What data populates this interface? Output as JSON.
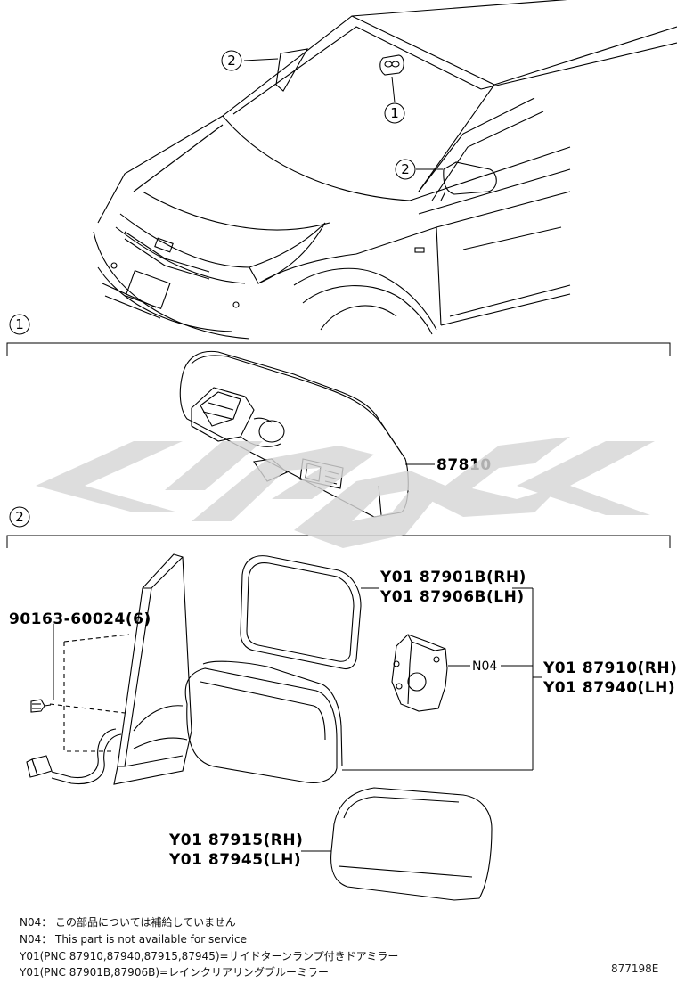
{
  "callouts": {
    "one": "1",
    "two": "2"
  },
  "section1": {
    "part_number": "87810"
  },
  "section2": {
    "screw": "90163-60024(6)",
    "glass": [
      "Y01 87901B(RH)",
      "Y01 87906B(LH)"
    ],
    "assembly": [
      "Y01 87910(RH)",
      "Y01 87940(LH)"
    ],
    "motor_code": "N04",
    "cover": [
      "Y01 87915(RH)",
      "Y01 87945(LH)"
    ]
  },
  "notes": [
    "N04： この部品については補給していません",
    "N04： This part is not available for service",
    "Y01(PNC 87910,87940,87915,87945)=サイドターンランプ付きドアミラー",
    "Y01(PNC 87901B,87906B)=レインクリアリングブルーミラー"
  ],
  "illustration_code": "877198E",
  "colors": {
    "line": "#000000",
    "watermark": "#d6d6d6"
  }
}
